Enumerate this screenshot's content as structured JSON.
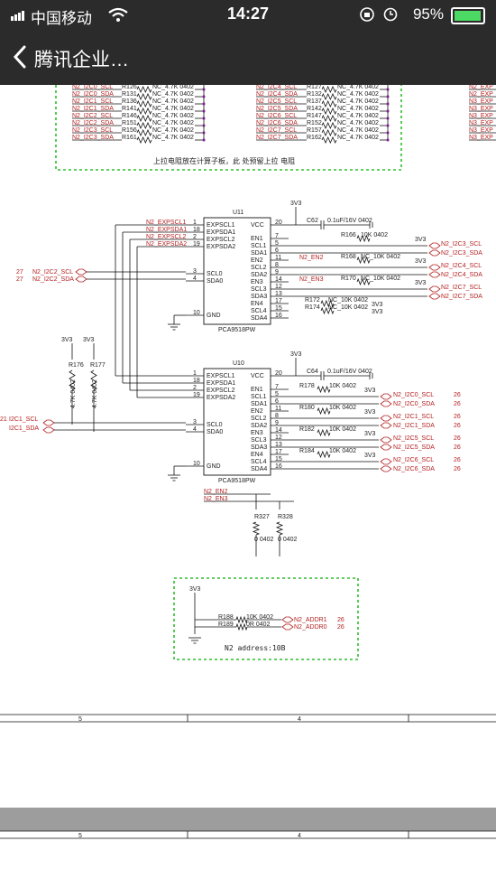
{
  "status_bar": {
    "carrier": "中国移动",
    "time": "14:27",
    "battery": "95%",
    "battery_level": 0.95
  },
  "nav": {
    "back_icon": "chevron-left-icon",
    "title": "腾讯企业…"
  },
  "schematic": {
    "top_left_nets": [
      "N2_I2C0_SCL",
      "N2_I2C0_SDA",
      "N2_I2C1_SCL",
      "N2_I2C1_SDA",
      "N2_I2C2_SCL",
      "N2_I2C2_SDA",
      "N2_I2C3_SCL",
      "N2_I2C3_SDA"
    ],
    "top_left_refs": [
      "R126",
      "R131",
      "R136",
      "R141",
      "R146",
      "R151",
      "R156",
      "R161"
    ],
    "top_mid_nets": [
      "N2_I2C4_SCL",
      "N2_I2C4_SDA",
      "N2_I2C5_SCL",
      "N2_I2C5_SDA",
      "N2_I2C6_SCL",
      "N2_I2C6_SDA",
      "N2_I2C7_SCL",
      "N2_I2C7_SDA"
    ],
    "top_mid_refs": [
      "R127",
      "R132",
      "R137",
      "R142",
      "R147",
      "R152",
      "R157",
      "R162"
    ],
    "top_right_nets": [
      "N2_EXP",
      "N2_EXP",
      "N3_EXP",
      "N3_EXP",
      "N3_EXP",
      "N3_EXP",
      "N3_EXP",
      "N3_EXP"
    ],
    "pullup_value": "NC_4.7K 0402",
    "pullup_note": "上拉电阻放在计算子板，此 处预留上拉 电阻",
    "u11": {
      "ref": "U11",
      "part": "PCA9518PW",
      "left_pins": [
        {
          "num": "1",
          "name": "EXPSCL1"
        },
        {
          "num": "18",
          "name": "EXPSDA1"
        },
        {
          "num": "2",
          "name": "EXPSCL2"
        },
        {
          "num": "19",
          "name": "EXPSDA2"
        },
        {
          "num": "3",
          "name": "SCL0"
        },
        {
          "num": "4",
          "name": "SDA0"
        },
        {
          "num": "10",
          "name": "GND"
        }
      ],
      "right_names": [
        "VCC",
        "EN1",
        "SCL1",
        "SDA1",
        "EN2",
        "SCL2",
        "SDA2",
        "EN3",
        "SCL3",
        "SDA3",
        "EN4",
        "SCL4",
        "SDA4"
      ],
      "right_nums": [
        "20",
        "7",
        "5",
        "6",
        "11",
        "8",
        "9",
        "14",
        "12",
        "13",
        "17",
        "15",
        "16"
      ],
      "exp_nets": [
        "N2_EXPSCL1",
        "N2_EXPSDA1",
        "N2_EXPSCL2",
        "N2_EXPSDA2"
      ],
      "in_nets": [
        "N2_I2C2_SCL",
        "N2_I2C2_SDA"
      ],
      "in_page": "27",
      "out_nets": [
        "N2_I2C3_SCL",
        "N2_I2C3_SDA",
        "N2_I2C4_SCL",
        "N2_I2C4_SDA",
        "N2_I2C7_SCL",
        "N2_I2C7_SDA"
      ],
      "cap_ref": "C62",
      "cap_val": "0.1uF/16V 0402",
      "en_refs": [
        "R166",
        "R168",
        "R170",
        "R172",
        "R174"
      ],
      "en_vals": [
        "10K 0402",
        "NC_10K 0402",
        "NC_10K 0402",
        "NC_10K 0402",
        "NC_10K 0402"
      ],
      "en_nets": [
        "",
        "N2_EN2",
        "N2_EN3",
        "",
        ""
      ]
    },
    "u10": {
      "ref": "U10",
      "part": "PCA9518PW",
      "right_names": [
        "VCC",
        "EN1",
        "SCL1",
        "SDA1",
        "EN2",
        "SCL2",
        "SDA2",
        "EN3",
        "SCL3",
        "SDA3",
        "EN4",
        "SCL4",
        "SDA4"
      ],
      "in_nets": [
        "I2C1_SCL",
        "I2C1_SDA"
      ],
      "in_page": "21",
      "out_nets": [
        "N2_I2C0_SCL",
        "N2_I2C0_SDA",
        "N2_I2C1_SCL",
        "N2_I2C1_SDA",
        "N2_I2C5_SCL",
        "N2_I2C5_SDA",
        "N2_I2C6_SCL",
        "N2_I2C6_SDA"
      ],
      "out_page": "26",
      "cap_ref": "C64",
      "cap_val": "0.1uF/16V 0402",
      "en_refs": [
        "R178",
        "R180",
        "R182",
        "R184"
      ],
      "en_val": "10K 0402",
      "pullups": [
        {
          "ref": "R176",
          "val": "4.7K 0402"
        },
        {
          "ref": "R177",
          "val": "4.7K 0402"
        }
      ]
    },
    "power": "3V3",
    "en_bottom": {
      "nets": [
        "N2_EN2",
        "N2_EN3"
      ],
      "refs": [
        "R327",
        "R328"
      ],
      "val": "0 0402"
    },
    "addr_block": {
      "refs": [
        "R188",
        "R189"
      ],
      "vals": [
        "10K 0402",
        "0R 0402"
      ],
      "nets": [
        "N2_ADDR1",
        "N2_ADDR0"
      ],
      "page": "26",
      "note": "N2 address:10B"
    },
    "frame_cols": [
      "5",
      "4"
    ]
  }
}
